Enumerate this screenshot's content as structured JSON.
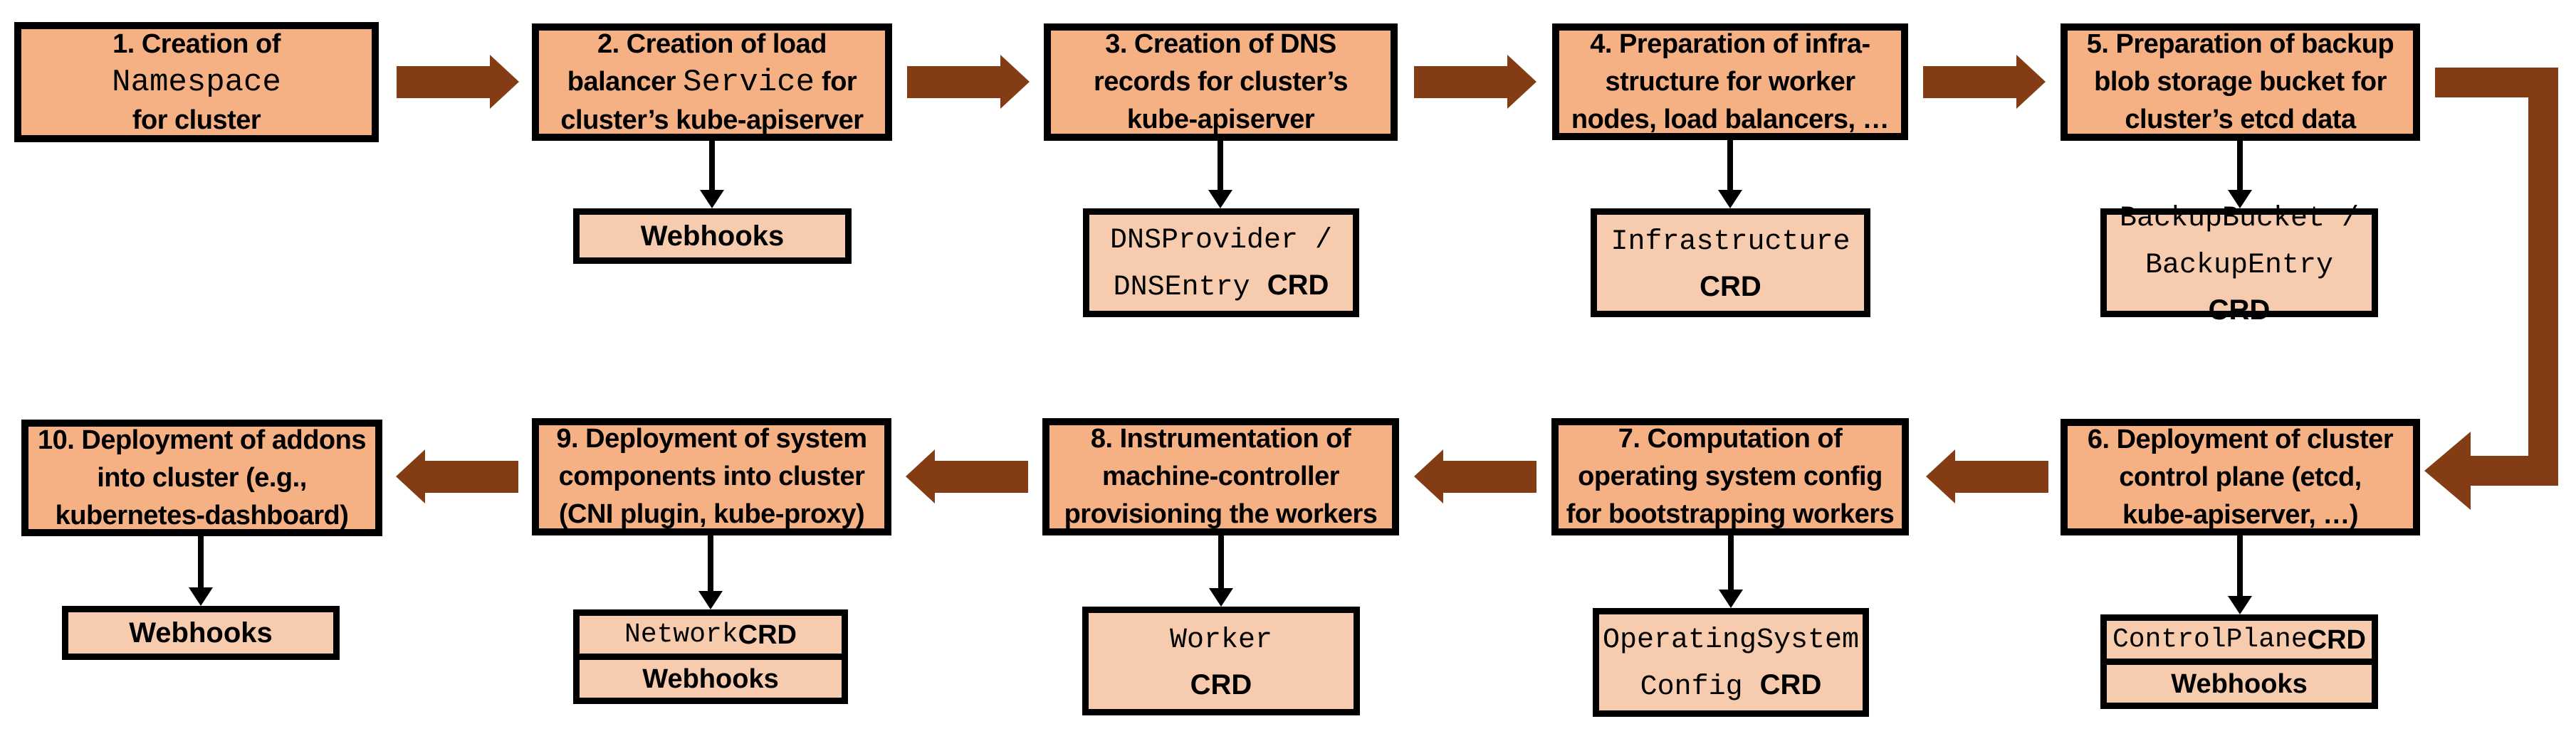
{
  "colors": {
    "box_fill": "#F5B183",
    "sub_fill": "#F7CCAE",
    "arrow": "#833C14",
    "border": "#000000"
  },
  "nodes": [
    {
      "step": "1",
      "title": [
        {
          "t": "1. Creation of"
        },
        {
          "br": true
        },
        {
          "t": "Namespace",
          "s": "mono"
        },
        {
          "br": true
        },
        {
          "t": "for cluster"
        }
      ],
      "subs": []
    },
    {
      "step": "2",
      "title": [
        {
          "t": "2. Creation of load"
        },
        {
          "br": true
        },
        {
          "t": "balancer "
        },
        {
          "t": "Service",
          "s": "mono"
        },
        {
          "t": " for"
        },
        {
          "br": true
        },
        {
          "t": "cluster’s kube-apiserver"
        }
      ],
      "subs": [
        [
          {
            "t": "Webhooks"
          }
        ]
      ]
    },
    {
      "step": "3",
      "title": [
        {
          "t": "3. Creation of DNS"
        },
        {
          "br": true
        },
        {
          "t": "records for cluster’s"
        },
        {
          "br": true
        },
        {
          "t": "kube-apiserver"
        }
      ],
      "subs": [
        [
          {
            "t": "DNSProvider /",
            "s": "mono"
          },
          {
            "br": true
          },
          {
            "t": "DNSEntry ",
            "s": "mono"
          },
          {
            "t": "CRD"
          }
        ]
      ]
    },
    {
      "step": "4",
      "title": [
        {
          "t": "4. Preparation of infra-"
        },
        {
          "br": true
        },
        {
          "t": "structure for worker"
        },
        {
          "br": true
        },
        {
          "t": "nodes, load balancers, …"
        }
      ],
      "subs": [
        [
          {
            "t": "Infrastructure",
            "s": "mono"
          },
          {
            "br": true
          },
          {
            "t": "CRD"
          }
        ]
      ]
    },
    {
      "step": "5",
      "title": [
        {
          "t": "5. Preparation of backup"
        },
        {
          "br": true
        },
        {
          "t": "blob storage bucket for"
        },
        {
          "br": true
        },
        {
          "t": "cluster’s etcd data"
        }
      ],
      "subs": [
        [
          {
            "t": "BackupBucket /",
            "s": "mono"
          },
          {
            "br": true
          },
          {
            "t": "BackupEntry ",
            "s": "mono"
          },
          {
            "t": "CRD"
          }
        ]
      ]
    },
    {
      "step": "6",
      "title": [
        {
          "t": "6. Deployment of cluster"
        },
        {
          "br": true
        },
        {
          "t": "control plane (etcd,"
        },
        {
          "br": true
        },
        {
          "t": "kube-apiserver, …)"
        }
      ],
      "subs": [
        [
          {
            "t": "ControlPlane ",
            "s": "mono"
          },
          {
            "t": "CRD"
          }
        ],
        [
          {
            "t": "Webhooks"
          }
        ]
      ]
    },
    {
      "step": "7",
      "title": [
        {
          "t": "7. Computation of"
        },
        {
          "br": true
        },
        {
          "t": "operating system config"
        },
        {
          "br": true
        },
        {
          "t": "for bootstrapping workers"
        }
      ],
      "subs": [
        [
          {
            "t": "OperatingSystem",
            "s": "mono"
          },
          {
            "br": true
          },
          {
            "t": "Config ",
            "s": "mono"
          },
          {
            "t": "CRD"
          }
        ]
      ]
    },
    {
      "step": "8",
      "title": [
        {
          "t": "8. Instrumentation of"
        },
        {
          "br": true
        },
        {
          "t": "machine-controller"
        },
        {
          "br": true
        },
        {
          "t": "provisioning the workers"
        }
      ],
      "subs": [
        [
          {
            "t": "Worker",
            "s": "mono"
          },
          {
            "br": true
          },
          {
            "t": "CRD"
          }
        ]
      ]
    },
    {
      "step": "9",
      "title": [
        {
          "t": "9. Deployment of system"
        },
        {
          "br": true
        },
        {
          "t": "components into cluster"
        },
        {
          "br": true
        },
        {
          "t": "(CNI plugin, kube-proxy)"
        }
      ],
      "subs": [
        [
          {
            "t": "Network ",
            "s": "mono"
          },
          {
            "t": "CRD"
          }
        ],
        [
          {
            "t": "Webhooks"
          }
        ]
      ]
    },
    {
      "step": "10",
      "title": [
        {
          "t": "10. Deployment of addons"
        },
        {
          "br": true
        },
        {
          "t": "into cluster (e.g.,"
        },
        {
          "br": true
        },
        {
          "t": "kubernetes-dashboard)"
        }
      ],
      "subs": [
        [
          {
            "t": "Webhooks"
          }
        ]
      ]
    }
  ]
}
